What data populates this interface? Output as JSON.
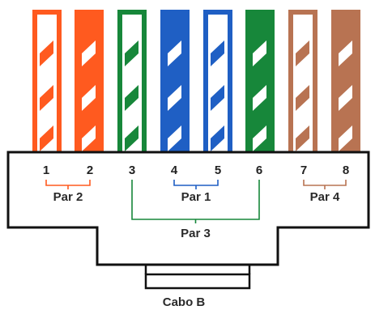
{
  "wires": [
    {
      "number": "1",
      "striped": true,
      "color": "#ff5a1f"
    },
    {
      "number": "2",
      "striped": false,
      "color": "#ff5a1f"
    },
    {
      "number": "3",
      "striped": true,
      "color": "#17873a"
    },
    {
      "number": "4",
      "striped": false,
      "color": "#1f5fc4"
    },
    {
      "number": "5",
      "striped": true,
      "color": "#1f5fc4"
    },
    {
      "number": "6",
      "striped": false,
      "color": "#17873a"
    },
    {
      "number": "7",
      "striped": true,
      "color": "#b87352"
    },
    {
      "number": "8",
      "striped": false,
      "color": "#b87352"
    }
  ],
  "pairs": [
    {
      "label": "Par 2",
      "pins": [
        1,
        2
      ],
      "color": "#ff5a1f"
    },
    {
      "label": "Par 1",
      "pins": [
        4,
        5
      ],
      "color": "#1f5fc4"
    },
    {
      "label": "Par 4",
      "pins": [
        7,
        8
      ],
      "color": "#b87352"
    },
    {
      "label": "Par 3",
      "pins": [
        3,
        6
      ],
      "color": "#17873a"
    }
  ],
  "caption": "Cabo B",
  "colors": {
    "outline": "#111111",
    "stripe_bg": "#ffffff"
  }
}
